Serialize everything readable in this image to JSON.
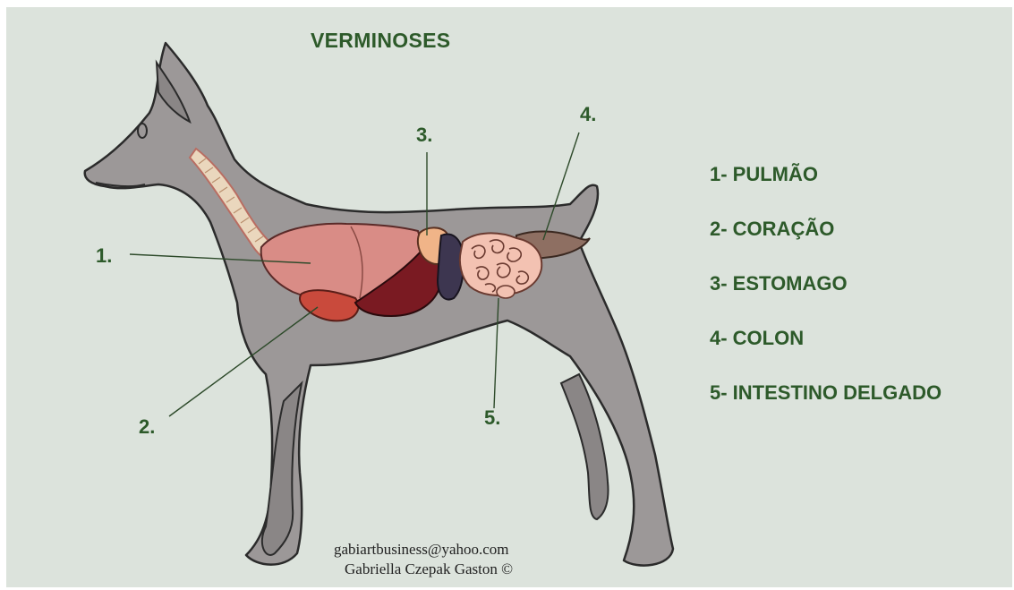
{
  "title": "VERMINOSES",
  "callouts": [
    "1.",
    "2.",
    "3.",
    "4.",
    "5."
  ],
  "legend": [
    "1- PULMÃO",
    "2- CORAÇÃO",
    "3- ESTOMAGO",
    "4- COLON",
    "5- INTESTINO DELGADO"
  ],
  "credit": {
    "email": "gabiartbusiness@yahoo.com",
    "author": "Gabriella Czepak Gaston ©"
  },
  "colors": {
    "background": "#dce3dc",
    "text": "#2d5a2a",
    "body": "#9c9898",
    "lung": "#d98c86",
    "heart": "#c94a3c",
    "liver": "#7a1a22",
    "stomach": "#f0b488",
    "spleen": "#3d3650",
    "intestine": "#f3c2b2",
    "colon": "#8e6f62",
    "trachea": "#ead7bd"
  }
}
